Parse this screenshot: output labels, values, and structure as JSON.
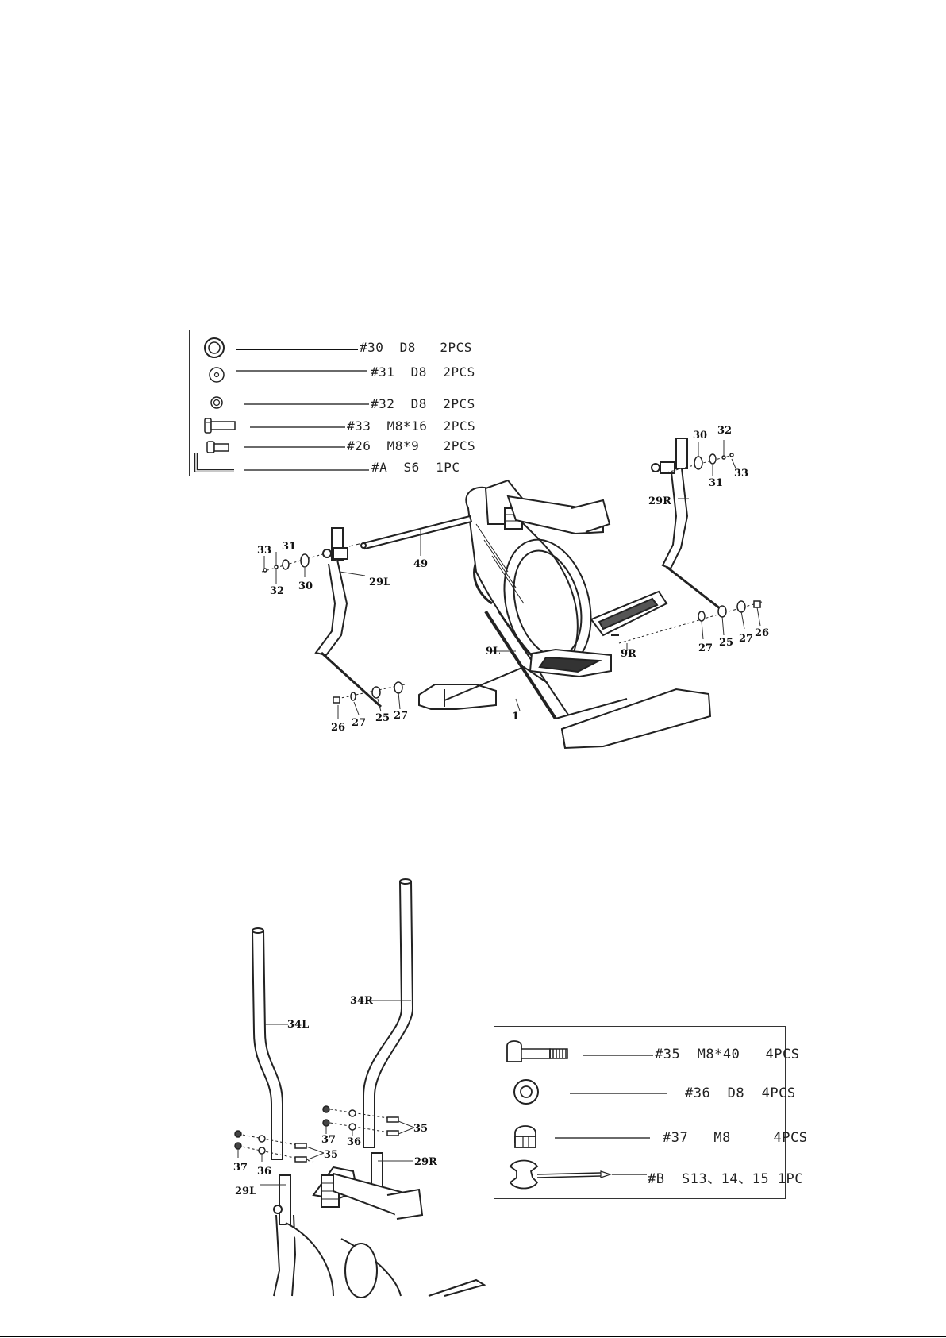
{
  "hardware_box_1": {
    "items": [
      {
        "icon": "washer-large-icon",
        "label": "#30  D8   2PCS"
      },
      {
        "icon": "washer-small-icon",
        "label": "#31  D8  2PCS"
      },
      {
        "icon": "spring-washer-icon",
        "label": "#32  D8  2PCS"
      },
      {
        "icon": "bolt-icon",
        "label": "#33  M8*16  2PCS"
      },
      {
        "icon": "bolt-short-icon",
        "label": "#26  M8*9   2PCS"
      },
      {
        "icon": "allen-key-icon",
        "label": "#A  S6  1PC"
      }
    ]
  },
  "hardware_box_2": {
    "items": [
      {
        "icon": "carriage-bolt-icon",
        "label": "#35  M8*40   4PCS"
      },
      {
        "icon": "washer-icon",
        "label": "#36  D8  4PCS"
      },
      {
        "icon": "cap-nut-icon",
        "label": "#37   M8     4PCS"
      },
      {
        "icon": "wrench-icon",
        "label": "#B  S13、14、15 1PC"
      }
    ]
  },
  "diagram_1_labels": {
    "p30r": "30",
    "p32r": "32",
    "p31r": "31",
    "p33r": "33",
    "p29r": "29R",
    "p33l": "33",
    "p31l": "31",
    "p32l": "32",
    "p30l": "30",
    "p29l": "29L",
    "p49": "49",
    "p9l": "9L",
    "p9r": "9R",
    "p1": "1",
    "p27r1": "27",
    "p25r": "25",
    "p27r2": "27",
    "p26r": "26",
    "p26l": "26",
    "p27l1": "27",
    "p25l": "25",
    "p27l2": "27"
  },
  "diagram_2_labels": {
    "p34l": "34L",
    "p34r": "34R",
    "p35r": "35",
    "p37r": "37",
    "p36r": "36",
    "p35l": "35",
    "p37l": "37",
    "p36l": "36",
    "p29r": "29R",
    "p29l": "29L"
  }
}
